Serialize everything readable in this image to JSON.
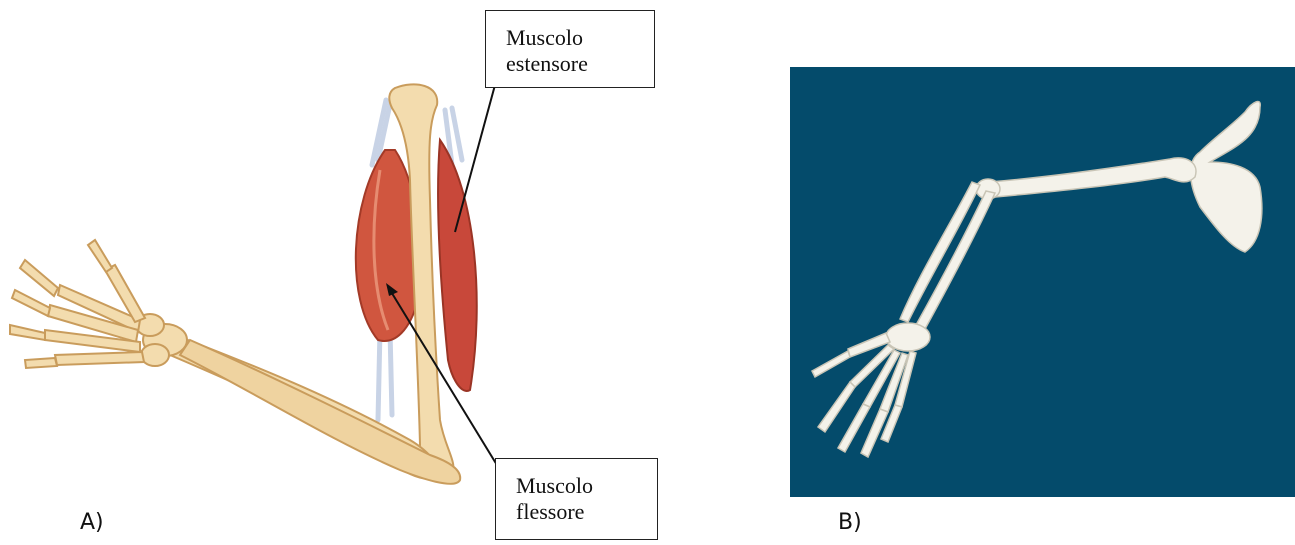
{
  "figure_a": {
    "label": "A)",
    "extensor_callout": {
      "line1": "Muscolo",
      "line2": "estensore"
    },
    "flexor_callout": {
      "line1": "Muscolo",
      "line2": "flessore"
    }
  },
  "figure_b": {
    "label": "B)",
    "background": "#044b6b"
  },
  "colors": {
    "bone": "#f3dcae",
    "bone_outline": "#c99c5c",
    "muscle": "#d0563f",
    "tendon": "#c8d3e6",
    "skeleton_bone": "#f4f2ea"
  }
}
